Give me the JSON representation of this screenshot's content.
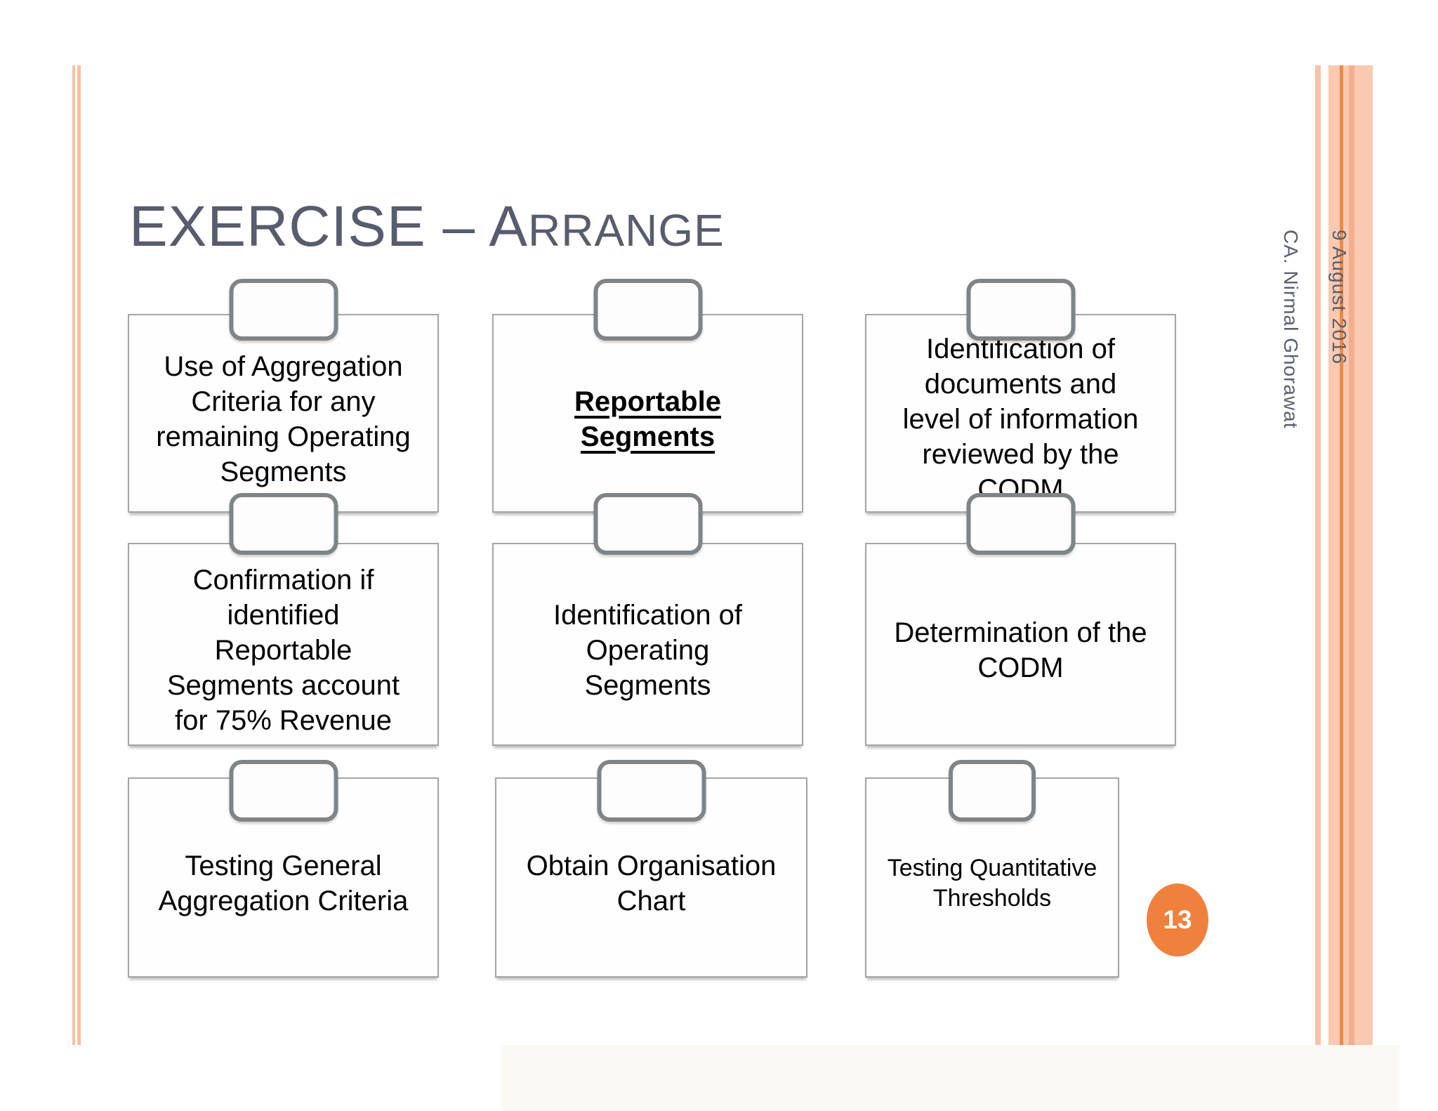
{
  "slide": {
    "title": {
      "text": "EXERCISE – ARRANGE",
      "part1": "EXERCISE – A",
      "part2": "RRANGE"
    },
    "boxes": [
      {
        "id": "r1c1",
        "text": "Use of Aggregation\nCriteria for any\nremaining Operating\nSegments",
        "emphasis": false
      },
      {
        "id": "r1c2",
        "text": "Reportable\nSegments",
        "emphasis": true
      },
      {
        "id": "r1c3",
        "text": "Identification of\ndocuments and\nlevel of information\nreviewed by the\nCODM",
        "emphasis": false
      },
      {
        "id": "r2c1",
        "text": "Confirmation if\nidentified\nReportable\nSegments account\nfor 75% Revenue",
        "emphasis": false
      },
      {
        "id": "r2c2",
        "text": "Identification of\nOperating\nSegments",
        "emphasis": false
      },
      {
        "id": "r2c3",
        "text": "Determination of the\nCODM",
        "emphasis": false
      },
      {
        "id": "r3c1",
        "text": "Testing General\nAggregation Criteria",
        "emphasis": false
      },
      {
        "id": "r3c2",
        "text": "Obtain Organisation\nChart",
        "emphasis": false
      },
      {
        "id": "r3c3",
        "text": "Testing Quantitative\nThresholds",
        "emphasis": false
      }
    ],
    "sidebar": {
      "date": "9 August 2016",
      "author": "CA. Nirmal Ghorawat"
    },
    "page_number": "13",
    "colors": {
      "accent_orange": "#F0813C",
      "stripe_salmon": "#F9C9B1",
      "stripe_dark_orange": "#EE8A45",
      "title_gray": "#575C6E",
      "tab_border_gray": "#7F8487",
      "box_border_gray": "#A3A6A8",
      "box_text": "#000000"
    }
  }
}
